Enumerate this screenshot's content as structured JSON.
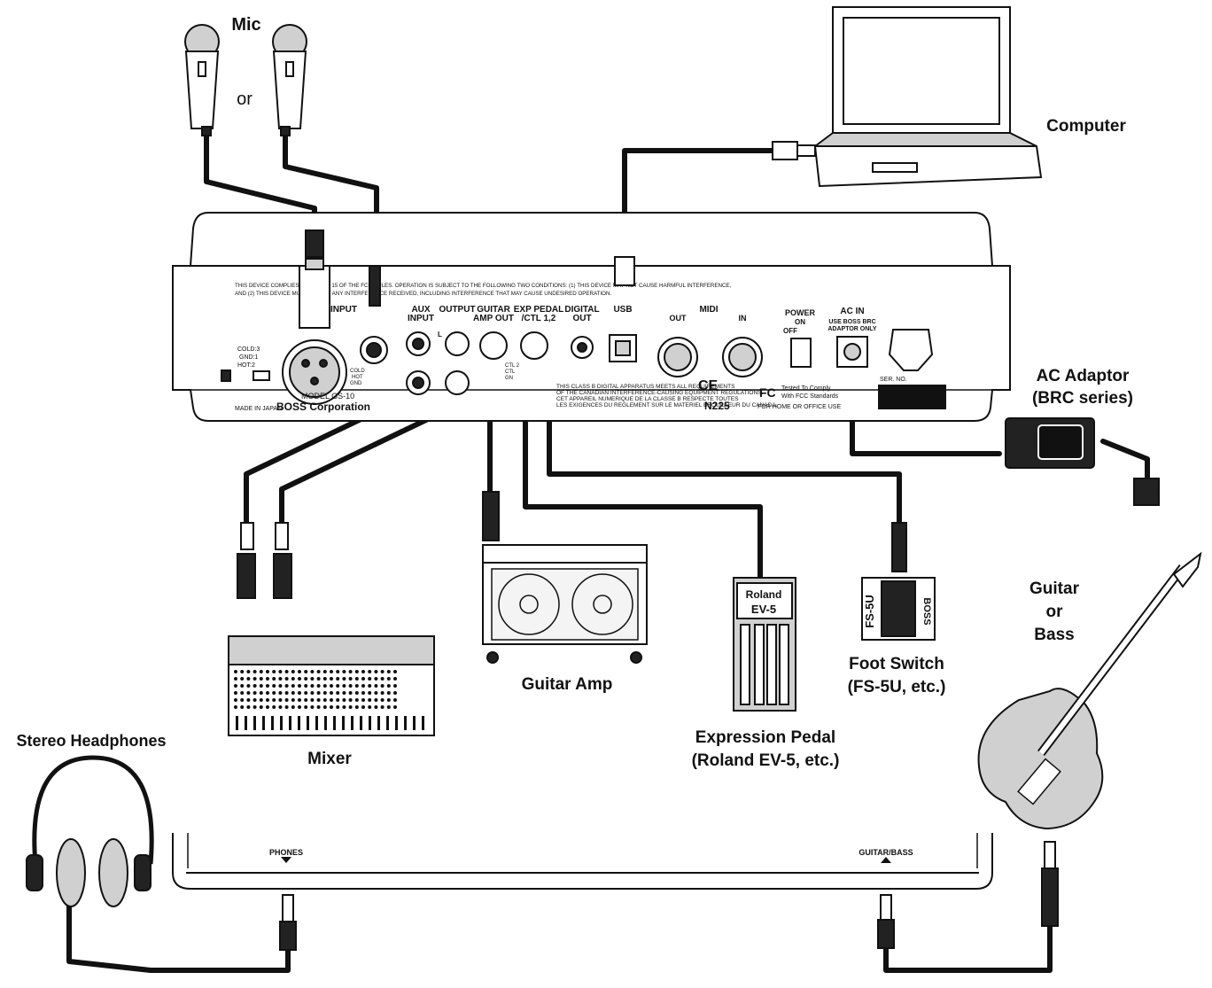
{
  "labels": {
    "mic": "Mic",
    "or": "or",
    "computer": "Computer",
    "ac_adaptor_1": "AC Adaptor",
    "ac_adaptor_2": "(BRC series)",
    "guitar_1": "Guitar",
    "guitar_2": "or",
    "guitar_3": "Bass",
    "foot_switch_1": "Foot Switch",
    "foot_switch_2": "(FS-5U, etc.)",
    "expression_1": "Expression Pedal",
    "expression_2": "(Roland EV-5, etc.)",
    "guitar_amp": "Guitar Amp",
    "mixer": "Mixer",
    "headphones": "Stereo Headphones"
  },
  "panel": {
    "fcc_line_1": "THIS DEVICE COMPLIES WITH PART 15 OF THE FCC RULES. OPERATION IS SUBJECT TO THE FOLLOWING TWO CONDITIONS: (1) THIS DEVICE MAY NOT CAUSE HARMFUL INTERFERENCE,",
    "fcc_line_2": "AND (2) THIS DEVICE MUST ACCEPT ANY INTERFERENCE RECEIVED, INCLUDING INTERFERENCE THAT MAY CAUSE UNDESIRED OPERATION.",
    "input": "INPUT",
    "aux_1": "AUX",
    "aux_2": "INPUT",
    "output": "OUTPUT",
    "l": "L",
    "guitar_amp_out_1": "GUITAR",
    "guitar_amp_out_2": "AMP OUT",
    "exp_1": "EXP PEDAL",
    "exp_2": "/CTL 1,2",
    "digital_1": "DIGITAL",
    "digital_2": "OUT",
    "usb": "USB",
    "midi": "MIDI",
    "midi_out": "OUT",
    "midi_in": "IN",
    "power_1": "POWER",
    "power_on": "ON",
    "power_off": "OFF",
    "acin_1": "AC IN",
    "acin_2": "USE BOSS BRC",
    "acin_3": "ADAPTOR ONLY",
    "xlr_pins_1": "COLD:3",
    "xlr_pins_2": "GND:1",
    "xlr_pins_3": "HOT:2",
    "jack_pins_1": "COLD",
    "jack_pins_2": "HOT",
    "jack_pins_3": "GND",
    "ctl_1": "CTL 2",
    "ctl_2": "CTL",
    "ctl_3": "GN",
    "model": "MODEL GS-10",
    "made": "MADE IN JAPAN",
    "boss": "BOSS Corporation",
    "status_1": "THIS CLASS B DIGITAL APPARATUS MEETS ALL REQUIREMENTS",
    "status_2": "OF THE CANADIAN INTERFERENCE-CAUSING EQUIPMENT REGULATIONS.",
    "status_3": "CET APPAREIL NUMERIQUE DE LA CLASSE B RESPECTE TOUTES",
    "status_4": "LES EXIGENCES DU REGLEMENT SUR LE MATERIEL BROUILLEUR DU CANADA.",
    "ce": "CE",
    "n225": "N225",
    "fc": "FC",
    "tested_1": "Tested To Comply",
    "tested_2": "With FCC Standards",
    "tested_3": "FOR HOME OR OFFICE USE",
    "ser": "SER. NO."
  },
  "front": {
    "phones": "PHONES",
    "guitar_bass": "GUITAR/BASS"
  },
  "devices": {
    "ev5_1": "Roland",
    "ev5_2": "EV-5",
    "fs5u": "FS-5U",
    "boss": "BOSS"
  }
}
